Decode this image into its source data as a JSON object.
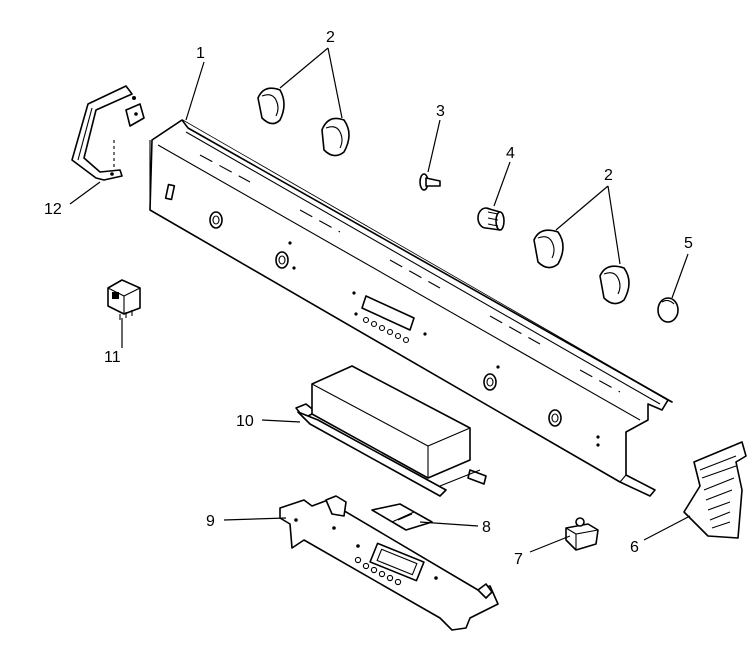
{
  "diagram": {
    "callouts": [
      {
        "id": "c1",
        "text": "1"
      },
      {
        "id": "c2a",
        "text": "2"
      },
      {
        "id": "c2b",
        "text": "2"
      },
      {
        "id": "c3",
        "text": "3"
      },
      {
        "id": "c4",
        "text": "4"
      },
      {
        "id": "c5",
        "text": "5"
      },
      {
        "id": "c6",
        "text": "6"
      },
      {
        "id": "c7",
        "text": "7"
      },
      {
        "id": "c8",
        "text": "8"
      },
      {
        "id": "c9",
        "text": "9"
      },
      {
        "id": "c10",
        "text": "10"
      },
      {
        "id": "c11",
        "text": "11"
      },
      {
        "id": "c12",
        "text": "12"
      }
    ]
  }
}
